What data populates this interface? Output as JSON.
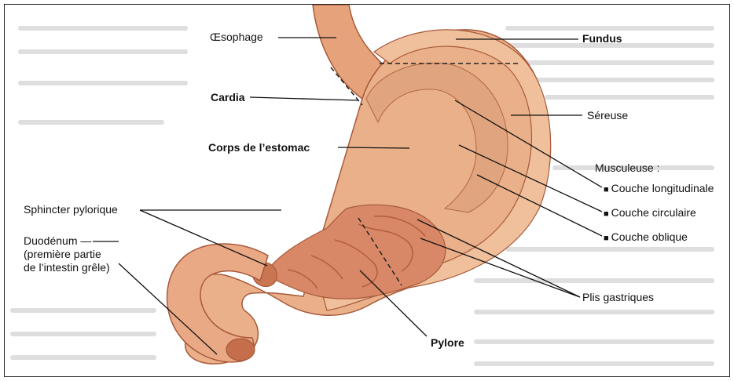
{
  "labels": {
    "oesophage": "Œsophage",
    "fundus": "Fundus",
    "cardia": "Cardia",
    "sereuse": "Séreuse",
    "corps": "Corps de l’estomac",
    "musculeuse": "Musculeuse :",
    "couche_longitudinale": "Couche longitudinale",
    "couche_circulaire": "Couche circulaire",
    "couche_oblique": "Couche oblique",
    "sphincter": "Sphincter pylorique",
    "duodenum": "Duodénum —\n(première partie\nde l’intestin grêle)",
    "plis": "Plis gastriques",
    "pylore": "Pylore",
    "bullet": "■"
  },
  "colors": {
    "outer_tissue": "#e9a77f",
    "inner_mucosa": "#d98a67",
    "muscle_band": "#e3ae8a",
    "dark_fold": "#b8603f",
    "leader_line": "#111111",
    "background_text": "#cfcfcf"
  }
}
